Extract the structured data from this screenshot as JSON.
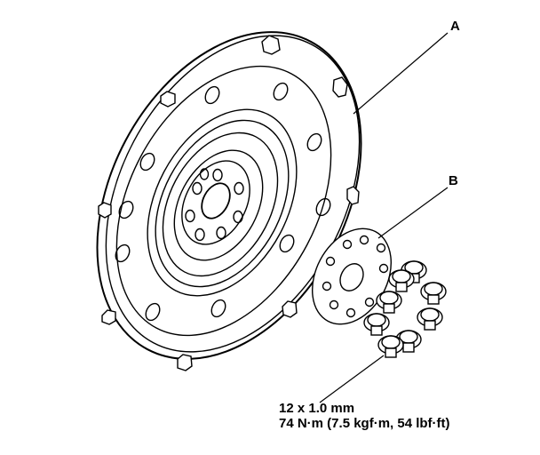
{
  "callouts": {
    "a": "A",
    "b": "B"
  },
  "spec": {
    "bolt_size": "12 x 1.0 mm",
    "torque": "74 N·m (7.5 kgf·m, 54 lbf·ft)"
  }
}
